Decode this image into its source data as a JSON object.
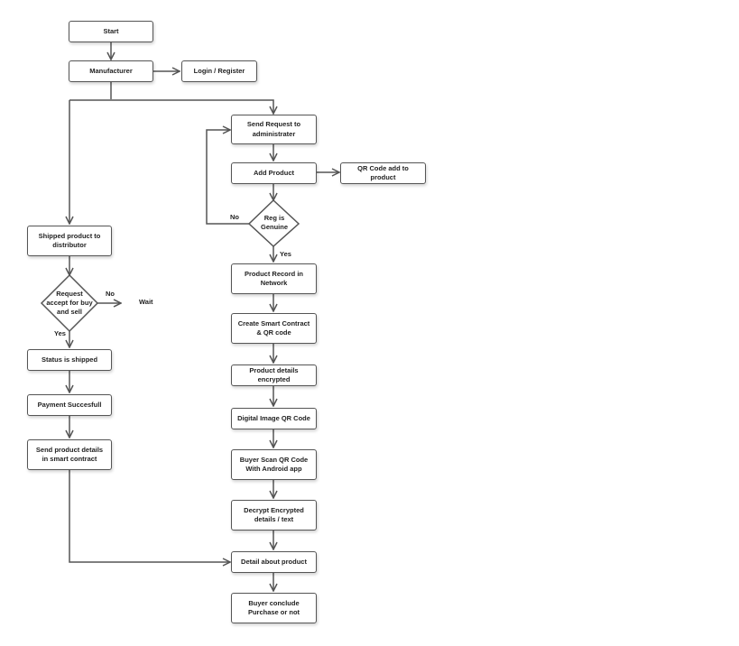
{
  "diagram": {
    "nodes": {
      "start": "Start",
      "manufacturer": "Manufacturer",
      "login": "Login / Register",
      "send_request": "Send Request to administrater",
      "add_product": "Add Product",
      "qr_add": "QR Code add to product",
      "reg_genuine": "Reg is Genuine",
      "shipped": "Shipped product to distributor",
      "request_accept": "Request accept for buy and sell",
      "wait": "Wait",
      "status_shipped": "Status is shipped",
      "payment": "Payment Succesfull",
      "send_details": "Send product details in smart contract",
      "product_record": "Product Record in Network",
      "smart_contract": "Create Smart Contract & QR code",
      "encrypted": "Product details encrypted",
      "digital_qr": "Digital Image QR Code",
      "buyer_scan": "Buyer Scan QR Code With Android app",
      "decrypt": "Decrypt Encrypted details / text",
      "detail": "Detail about product",
      "conclude": "Buyer conclude Purchase or not"
    },
    "labels": {
      "no_reg": "No",
      "yes_reg": "Yes",
      "no_request": "No",
      "yes_request": "Yes"
    },
    "colors": {
      "stroke": "#555555",
      "text": "#222222",
      "background": "#ffffff"
    }
  }
}
